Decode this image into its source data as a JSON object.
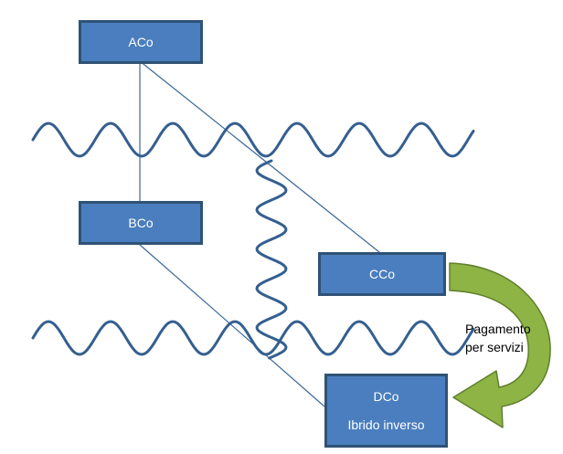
{
  "nodes": {
    "aco": {
      "label": "ACo"
    },
    "bco": {
      "label": "BCo"
    },
    "cco": {
      "label": "CCo"
    },
    "dco": {
      "label": "DCo",
      "sublabel": "Ibrido inverso"
    }
  },
  "arrow_label": {
    "line1": "Pagamento",
    "line2": "per servizi"
  },
  "colors": {
    "box_fill": "#4a7ebe",
    "box_border": "#2f5275",
    "wave": "#355f8f",
    "connector": "#3d6898",
    "arrow_fill": "#8db445",
    "arrow_stroke": "#5f7f2c"
  }
}
